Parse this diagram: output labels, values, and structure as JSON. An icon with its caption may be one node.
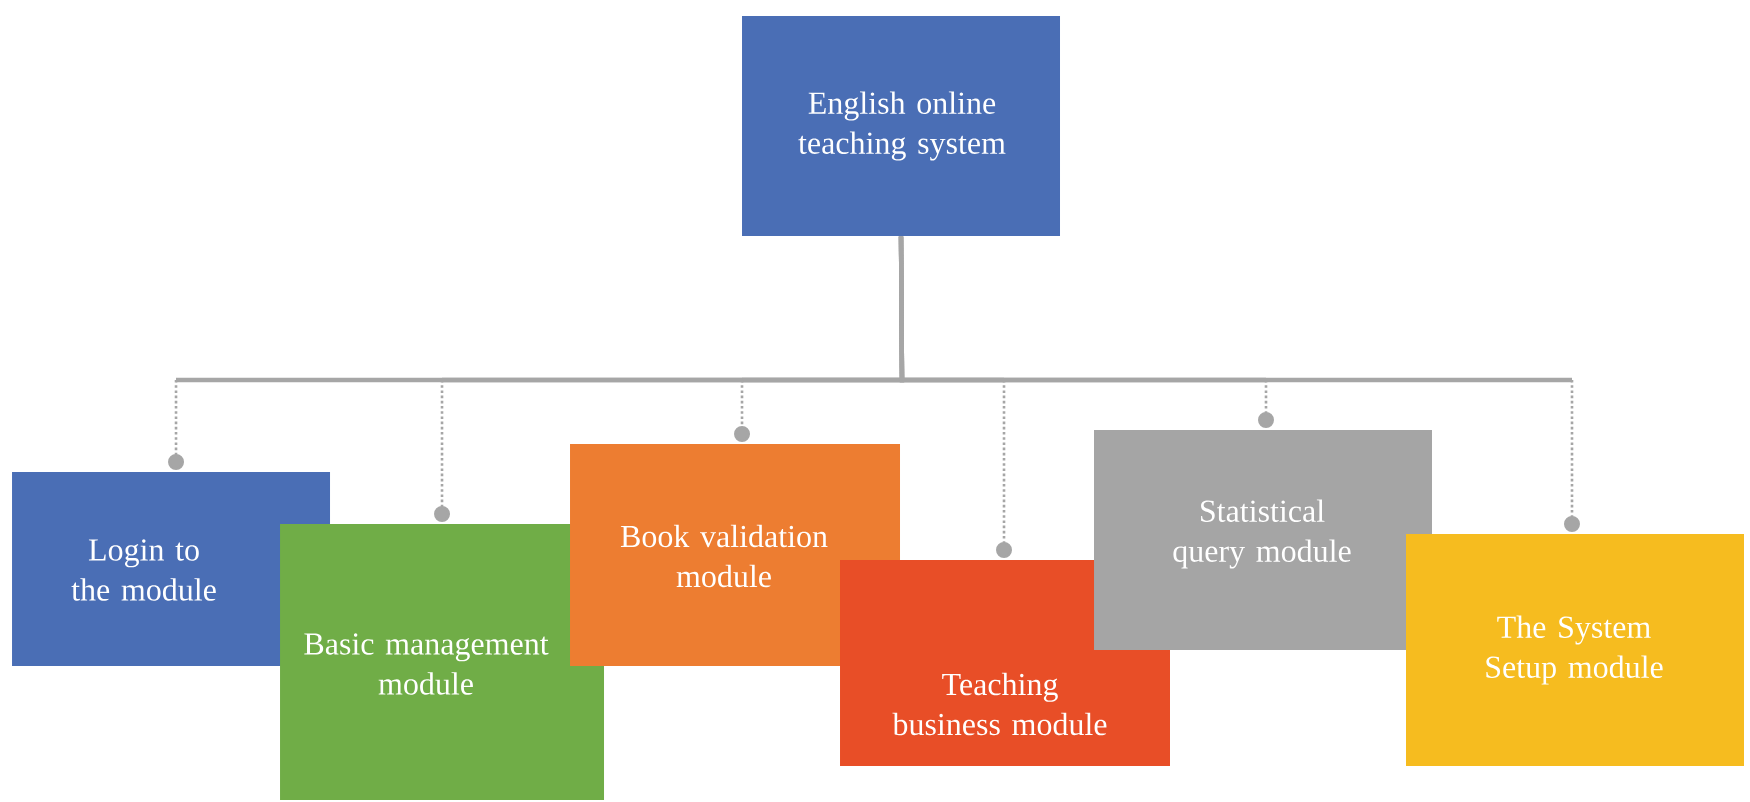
{
  "diagram": {
    "nodes": [
      {
        "text": [
          "English online teaching system"
        ]
      },
      {
        "text": [
          "Login to the module"
        ]
      },
      {
        "text": [
          "Basic management module"
        ]
      },
      {
        "text": [
          "Book validation module"
        ]
      },
      {
        "text": [
          "Teaching business module"
        ]
      },
      {
        "text": [
          "Statistical query module"
        ]
      },
      {
        "text": [
          "The System Setup module"
        ]
      }
    ],
    "edges": [
      {
        "from": 0,
        "to": 1,
        "arrow": "other"
      },
      {
        "from": 0,
        "to": 2,
        "arrow": "other"
      },
      {
        "from": 0,
        "to": 3,
        "arrow": "other"
      },
      {
        "from": 0,
        "to": 4,
        "arrow": "other"
      },
      {
        "from": 0,
        "to": 5,
        "arrow": "other"
      },
      {
        "from": 0,
        "to": 6,
        "arrow": "other"
      }
    ]
  }
}
